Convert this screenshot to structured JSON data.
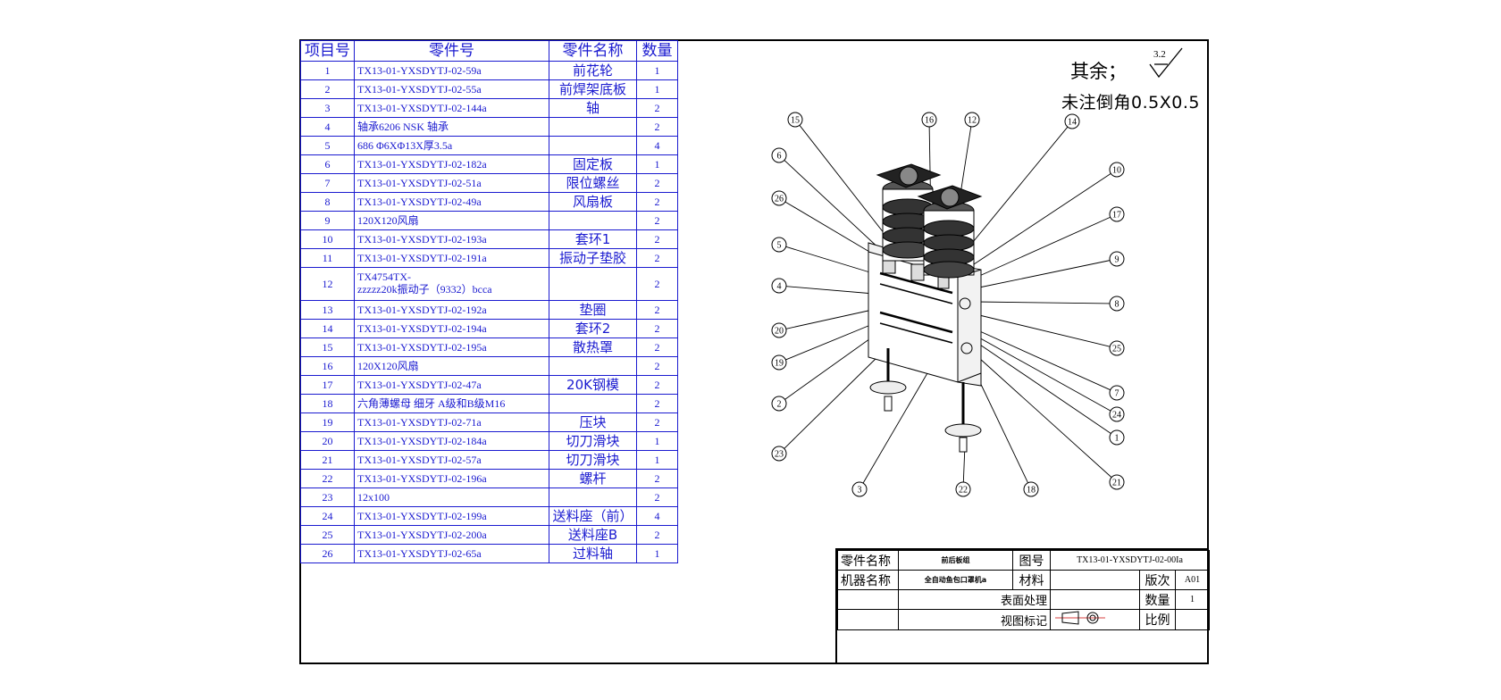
{
  "bom": {
    "headers": [
      "项目号",
      "零件号",
      "零件名称",
      "数量"
    ],
    "rows": [
      {
        "no": "1",
        "part_no": "TX13-01-YXSDYTJ-02-59a",
        "name": "前花轮",
        "qty": "1"
      },
      {
        "no": "2",
        "part_no": "TX13-01-YXSDYTJ-02-55a",
        "name": "前焊架底板",
        "qty": "1"
      },
      {
        "no": "3",
        "part_no": "TX13-01-YXSDYTJ-02-144a",
        "name": "轴",
        "qty": "2"
      },
      {
        "no": "4",
        "part_no": "轴承6206   NSK 轴承",
        "name": "",
        "qty": "2"
      },
      {
        "no": "5",
        "part_no": "686 Φ6XΦ13X厚3.5a",
        "name": "",
        "qty": "4"
      },
      {
        "no": "6",
        "part_no": "TX13-01-YXSDYTJ-02-182a",
        "name": "固定板",
        "qty": "1"
      },
      {
        "no": "7",
        "part_no": "TX13-01-YXSDYTJ-02-51a",
        "name": "限位螺丝",
        "qty": "2"
      },
      {
        "no": "8",
        "part_no": "TX13-01-YXSDYTJ-02-49a",
        "name": "风扇板",
        "qty": "2"
      },
      {
        "no": "9",
        "part_no": "120X120风扇",
        "name": "",
        "qty": "2"
      },
      {
        "no": "10",
        "part_no": "TX13-01-YXSDYTJ-02-193a",
        "name": "套环1",
        "qty": "2"
      },
      {
        "no": "11",
        "part_no": "TX13-01-YXSDYTJ-02-191a",
        "name": "振动子垫胶",
        "qty": "2"
      },
      {
        "no": "12",
        "part_no": "TX4754TX-",
        "part_no_2": "zzzzz20k振动子（9332）bcca",
        "name": "",
        "qty": "2"
      },
      {
        "no": "13",
        "part_no": "TX13-01-YXSDYTJ-02-192a",
        "name": "垫圈",
        "qty": "2"
      },
      {
        "no": "14",
        "part_no": "TX13-01-YXSDYTJ-02-194a",
        "name": "套环2",
        "qty": "2"
      },
      {
        "no": "15",
        "part_no": "TX13-01-YXSDYTJ-02-195a",
        "name": "散热罩",
        "qty": "2"
      },
      {
        "no": "16",
        "part_no": "120X120风扇",
        "name": "",
        "qty": "2"
      },
      {
        "no": "17",
        "part_no": "TX13-01-YXSDYTJ-02-47a",
        "name": "20K钢模",
        "qty": "2"
      },
      {
        "no": "18",
        "part_no": "六角薄螺母 细牙 A级和B级M16",
        "name": "",
        "qty": "2"
      },
      {
        "no": "19",
        "part_no": "TX13-01-YXSDYTJ-02-71a",
        "name": "压块",
        "qty": "2"
      },
      {
        "no": "20",
        "part_no": "TX13-01-YXSDYTJ-02-184a",
        "name": "切刀滑块",
        "qty": "1"
      },
      {
        "no": "21",
        "part_no": "TX13-01-YXSDYTJ-02-57a",
        "name": "切刀滑块",
        "qty": "1"
      },
      {
        "no": "22",
        "part_no": "TX13-01-YXSDYTJ-02-196a",
        "name": "螺杆",
        "qty": "2"
      },
      {
        "no": "23",
        "part_no": "12x100",
        "name": "",
        "qty": "2"
      },
      {
        "no": "24",
        "part_no": "TX13-01-YXSDYTJ-02-199a",
        "name": "送料座（前）",
        "qty": "4"
      },
      {
        "no": "25",
        "part_no": "TX13-01-YXSDYTJ-02-200a",
        "name": "送料座B",
        "qty": "2"
      },
      {
        "no": "26",
        "part_no": "TX13-01-YXSDYTJ-02-65a",
        "name": "过料轴",
        "qty": "1"
      }
    ]
  },
  "notes": {
    "rest_label": "其余；",
    "roughness": "3.2",
    "chamfer": "未注倒角0.5X0.5"
  },
  "balloons": [
    "15",
    "16",
    "12",
    "14",
    "6",
    "26",
    "10",
    "17",
    "5",
    "9",
    "4",
    "8",
    "20",
    "25",
    "19",
    "7",
    "2",
    "24",
    "1",
    "23",
    "21",
    "3",
    "22",
    "18"
  ],
  "title_block": {
    "part_name_label": "零件名称",
    "part_name": "前后板组",
    "drawing_no_label": "图号",
    "drawing_no": "TX13-01-YXSDYTJ-02-00Ia",
    "machine_label": "机器名称",
    "machine_name": "全自动鱼包口罩机a",
    "material_label": "材料",
    "version_label": "版次",
    "version": "A01",
    "surface_label": "表面处理",
    "qty_label": "数量",
    "qty": "1",
    "view_label": "视图标记",
    "scale_label": "比例",
    "scale": ""
  }
}
